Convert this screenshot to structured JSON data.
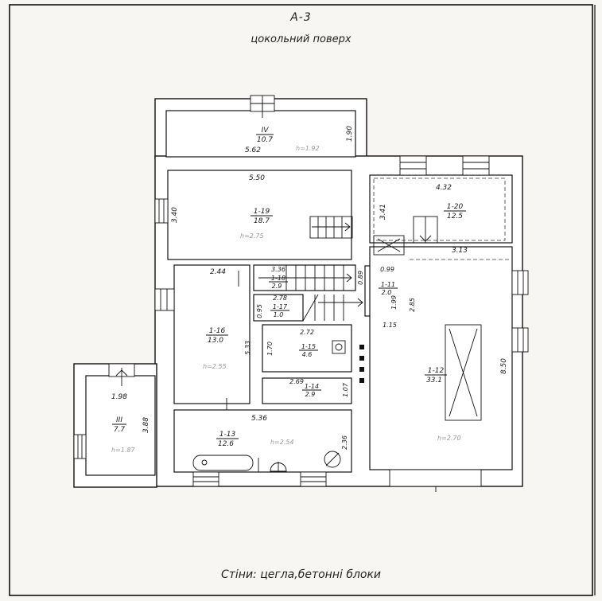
{
  "sheet": {
    "code": "А-3",
    "floor_name": "цокольний поверх",
    "walls_note": "Стіни:   цегла,бетонні блоки"
  },
  "rooms": {
    "IV": {
      "id": "IV",
      "area": "10.7"
    },
    "r19": {
      "id": "1-19",
      "area": "18.7"
    },
    "r20": {
      "id": "1-20",
      "area": "12.5"
    },
    "r18": {
      "id": "1-18",
      "area": "2.9"
    },
    "r17": {
      "id": "1-17",
      "area": "1.0"
    },
    "r11": {
      "id": "1-11",
      "area": "2.0"
    },
    "r16": {
      "id": "1-16",
      "area": "13.0"
    },
    "r15": {
      "id": "1-15",
      "area": "4.6"
    },
    "r14": {
      "id": "1-14",
      "area": "2.9"
    },
    "r13": {
      "id": "1-13",
      "area": "12.6"
    },
    "r12": {
      "id": "1-12",
      "area": "33.1"
    },
    "III": {
      "id": "III",
      "area": "7.7"
    }
  },
  "heights": {
    "IV": "h=1.92",
    "r19": "h=2.75",
    "r16": "h=2.55",
    "r13": "h=2.54",
    "r12": "h=2.70",
    "III": "h=1.87"
  },
  "dimensions": {
    "d_562": "5.62",
    "d_190": "1.90",
    "d_550": "5.50",
    "d_340": "3.40",
    "d_432": "4.32",
    "d_341": "3.41",
    "d_313": "3.13",
    "d_336": "3.36",
    "d_099": "0.99",
    "d_089": "0.89",
    "d_244": "2.44",
    "d_278": "2.78",
    "d_095": "0.95",
    "d_199": "1.99",
    "d_285": "2.85",
    "d_115": "1.15",
    "d_533": "5.33",
    "d_272": "2.72",
    "d_170": "1.70",
    "d_850": "8.50",
    "d_269": "2.69",
    "d_107": "1.07",
    "d_198": "1.98",
    "d_388": "3.88",
    "d_536": "5.36",
    "d_236": "2.36"
  }
}
